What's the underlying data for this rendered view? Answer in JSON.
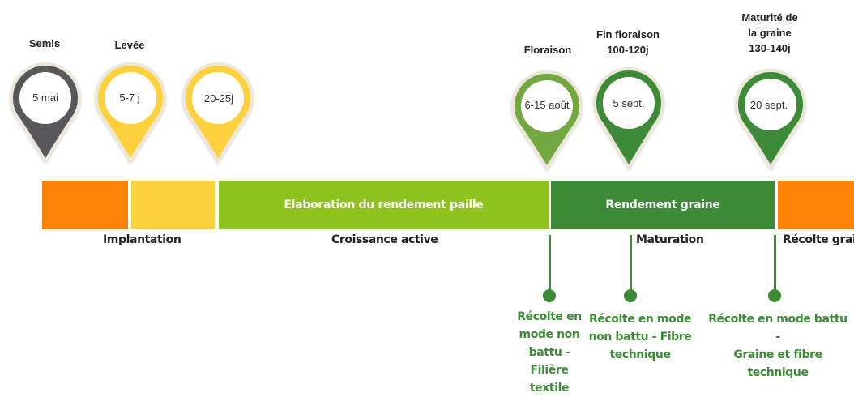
{
  "stage_labels": {
    "semis": "Semis",
    "levee": "Levée",
    "floraison": "Floraison",
    "fin_floraison_l1": "Fin floraison",
    "fin_floraison_l2": "100-120j",
    "maturite_l1": "Maturité de",
    "maturite_l2": "la graine",
    "maturite_l3": "130-140j"
  },
  "pins": [
    {
      "label": "5 mai",
      "color": "#58585a"
    },
    {
      "label": "5-7 j",
      "color": "#fdd13c"
    },
    {
      "label": "20-25j",
      "color": "#fdd13c"
    },
    {
      "label": "6-15 août",
      "color": "#73a840"
    },
    {
      "label": "5 sept.",
      "color": "#3d8b37"
    },
    {
      "label": "20 sept.",
      "color": "#3d8b37"
    }
  ],
  "bar_segments": [
    {
      "label": "",
      "color": "#fd8306"
    },
    {
      "label": "",
      "color": "#fdd13c"
    },
    {
      "label": "Elaboration du rendement paille",
      "color": "#8dc21f"
    },
    {
      "label": "Rendement graine",
      "color": "#3d8b37"
    },
    {
      "label": "",
      "color": "#fd8306"
    }
  ],
  "phases": {
    "implantation": "Implantation",
    "croissance": "Croissance active",
    "maturation": "Maturation",
    "recolte": "Récolte graine"
  },
  "harvest_modes": {
    "textile": [
      "Récolte en",
      "mode non",
      "battu - Filière",
      "textile"
    ],
    "fibre_technique": [
      "Récolte en mode",
      "non battu - Fibre",
      "technique"
    ],
    "battu": [
      "Récolte en mode battu -",
      "Graine et fibre",
      "technique"
    ]
  }
}
